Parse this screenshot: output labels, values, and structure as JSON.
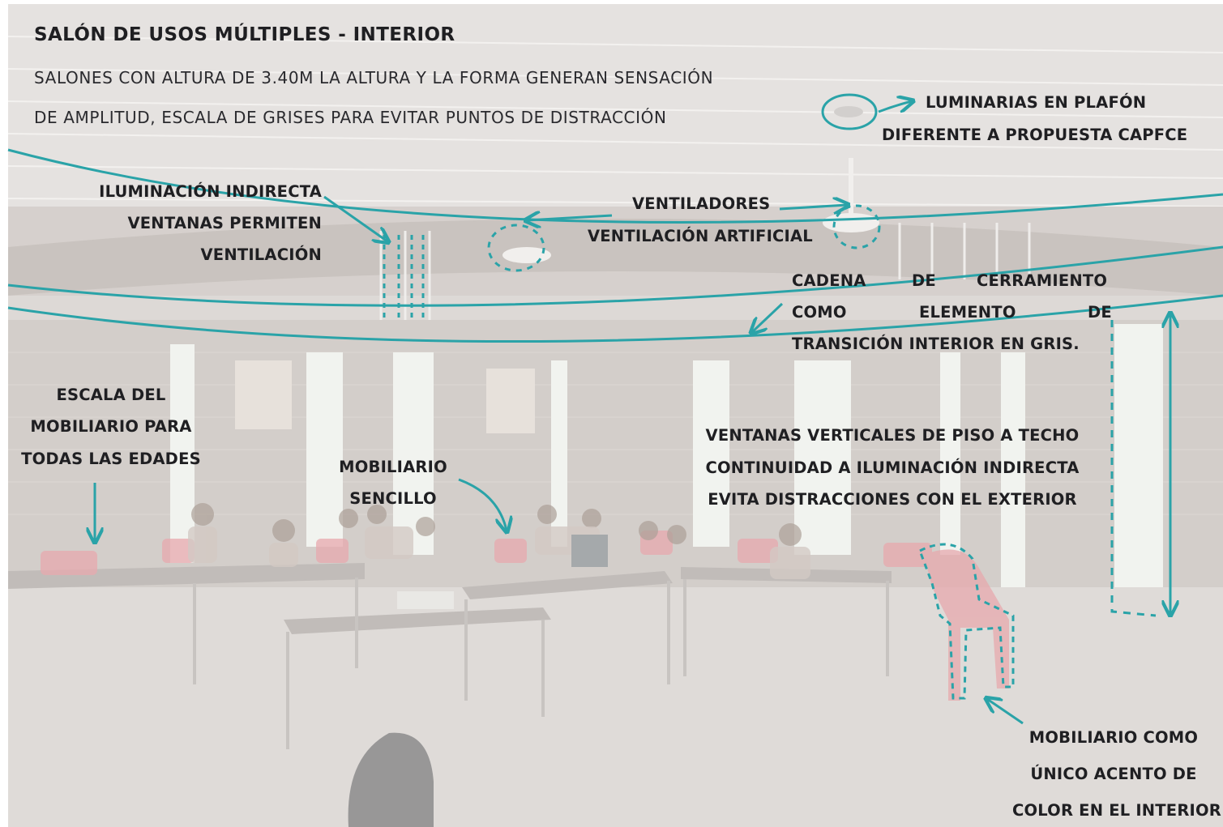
{
  "header": {
    "title": "SALÓN DE USOS MÚLTIPLES - INTERIOR",
    "subtitle_line1": "SALONES CON ALTURA DE 3.40M LA ALTURA Y LA FORMA GENERAN SENSACIÓN",
    "subtitle_line2": "DE AMPLITUD, ESCALA DE GRISES PARA EVITAR PUNTOS DE DISTRACCIÓN"
  },
  "annotations": {
    "luminarias": {
      "line1": "LUMINARIAS EN PLAFÓN",
      "line2": "DIFERENTE A PROPUESTA CAPFCE"
    },
    "iluminacion": {
      "line1": "ILUMINACIÓN INDIRECTA",
      "line2": "VENTANAS PERMITEN",
      "line3": "VENTILACIÓN"
    },
    "ventiladores": {
      "line1": "VENTILADORES",
      "line2": "VENTILACIÓN ARTIFICIAL"
    },
    "cadena": {
      "line1": [
        "CADENA",
        "DE",
        "CERRAMIENTO"
      ],
      "line2": [
        "COMO",
        "ELEMENTO",
        "DE"
      ],
      "line3": "TRANSICIÓN INTERIOR EN GRIS."
    },
    "escala": {
      "line1": "ESCALA DEL",
      "line2": "MOBILIARIO PARA",
      "line3": "TODAS LAS EDADES"
    },
    "mobiliario_sencillo": {
      "line1": "MOBILIARIO",
      "line2": "SENCILLO"
    },
    "ventanas_verticales": {
      "line1": "VENTANAS VERTICALES DE PISO A TECHO",
      "line2": "CONTINUIDAD A ILUMINACIÓN INDIRECTA",
      "line3": "EVITA DISTRACCIONES CON EL EXTERIOR"
    },
    "mobiliario_acento": {
      "line1": "MOBILIARIO COMO",
      "line2": "ÚNICO ACENTO DE",
      "line3": "COLOR EN EL INTERIOR"
    }
  },
  "colors": {
    "annotation_teal": "#2aa3a8",
    "text_dark": "#1f1f22",
    "chair_red": "#d9747c"
  }
}
